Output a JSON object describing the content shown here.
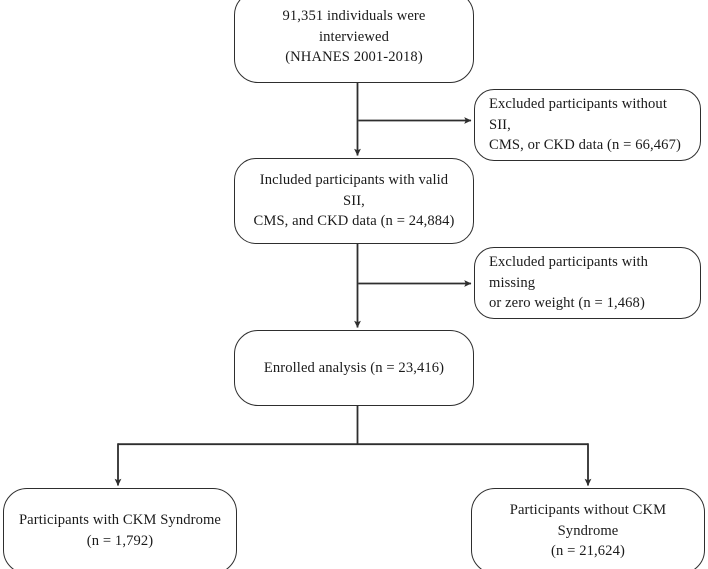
{
  "diagram": {
    "title": "NHANES participant selection flowchart",
    "type": "flowchart",
    "stroke_color": "#2e2e2e",
    "box_fill": "#ffffff",
    "text_color": "#1a1a1a",
    "nodes": {
      "interviewed": {
        "text": "91,351 individuals were interviewed\n(NHANES 2001-2018)",
        "align": "center"
      },
      "excluded_1": {
        "text": "Excluded participants without SII,\nCMS, or CKD data (n = 66,467)",
        "align": "left"
      },
      "included": {
        "text": "Included participants with valid SII,\nCMS, and CKD data (n = 24,884)",
        "align": "center"
      },
      "excluded_2": {
        "text": "Excluded participants with missing\nor zero weight (n = 1,468)",
        "align": "left"
      },
      "enrolled": {
        "text": "Enrolled analysis (n = 23,416)",
        "align": "center"
      },
      "ckm_yes": {
        "text": "Participants with CKM Syndrome\n(n = 1,792)",
        "align": "center"
      },
      "ckm_no": {
        "text": "Participants without CKM Syndrome\n(n = 21,624)",
        "align": "center"
      }
    },
    "connectors": [
      {
        "name": "interviewed-to-included",
        "kind": "vertical-arrow"
      },
      {
        "name": "interviewed-to-excluded-1",
        "kind": "branch-right-arrow"
      },
      {
        "name": "included-to-enrolled",
        "kind": "vertical-arrow"
      },
      {
        "name": "included-to-excluded-2",
        "kind": "branch-right-arrow"
      },
      {
        "name": "enrolled-split",
        "kind": "tee-split-two-arrows"
      }
    ]
  }
}
